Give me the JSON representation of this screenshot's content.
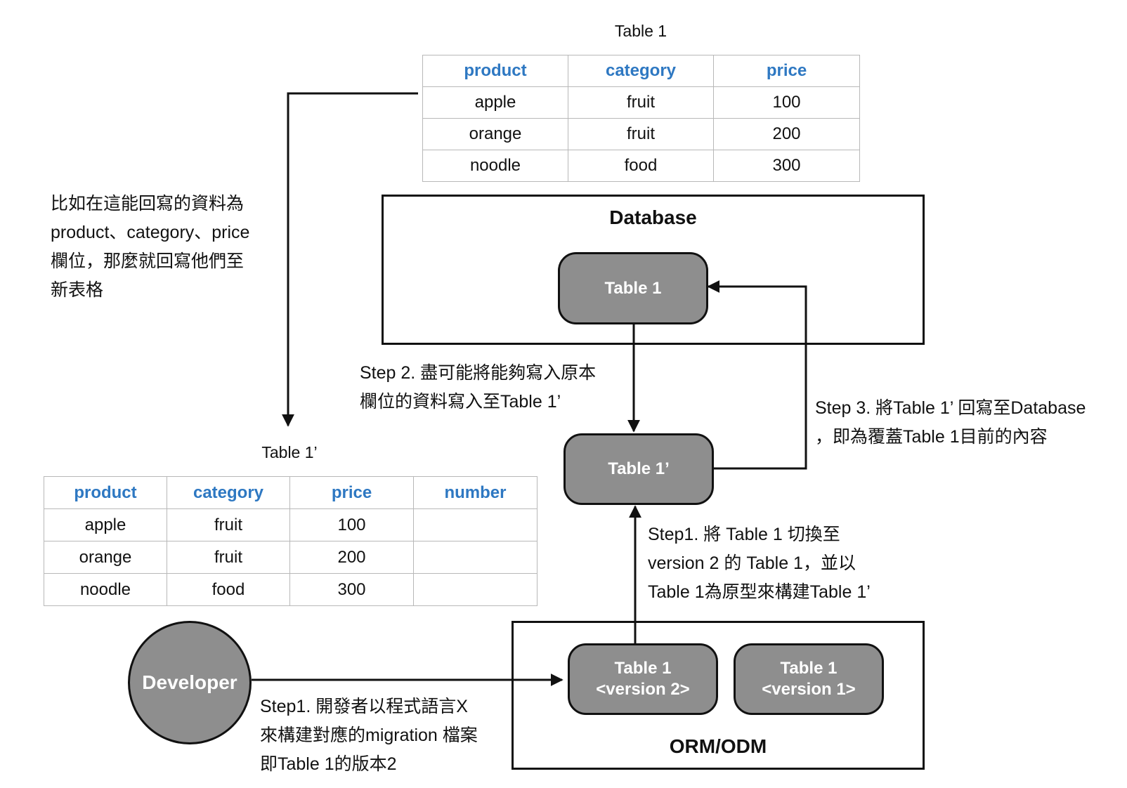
{
  "table1": {
    "title": "Table 1",
    "headers": [
      "product",
      "category",
      "price"
    ],
    "rows": [
      [
        "apple",
        "fruit",
        "100"
      ],
      [
        "orange",
        "fruit",
        "200"
      ],
      [
        "noodle",
        "food",
        "300"
      ]
    ]
  },
  "table1_prime": {
    "title": "Table 1’",
    "headers": [
      "product",
      "category",
      "price",
      "number"
    ],
    "rows": [
      [
        "apple",
        "fruit",
        "100",
        ""
      ],
      [
        "orange",
        "fruit",
        "200",
        ""
      ],
      [
        "noodle",
        "food",
        "300",
        ""
      ]
    ]
  },
  "note_left": {
    "lines": [
      "比如在這能回寫的資料為",
      "product、category、price",
      "欄位，那麼就回寫他們至",
      "新表格"
    ]
  },
  "database": {
    "title": "Database",
    "node_label": "Table 1"
  },
  "table1_prime_node": {
    "label": "Table 1’"
  },
  "step2": {
    "lines": [
      "Step 2. 盡可能將能夠寫入原本",
      "欄位的資料寫入至Table 1’"
    ]
  },
  "step3": {
    "lines": [
      "Step 3. 將Table 1’ 回寫至Database",
      "，即為覆蓋Table 1目前的內容"
    ]
  },
  "step1_right": {
    "lines": [
      "Step1. 將 Table 1 切換至",
      "version 2 的 Table 1，並以",
      "Table 1為原型來構建Table 1’"
    ]
  },
  "orm": {
    "title": "ORM/ODM",
    "version2": {
      "line1": "Table 1",
      "line2": "<version 2>"
    },
    "version1": {
      "line1": "Table 1",
      "line2": "<version 1>"
    }
  },
  "developer": {
    "label": "Developer"
  },
  "step1_bottom": {
    "lines": [
      "Step1. 開發者以程式語言X",
      "來構建對應的migration 檔案",
      "即Table 1的版本2"
    ]
  }
}
